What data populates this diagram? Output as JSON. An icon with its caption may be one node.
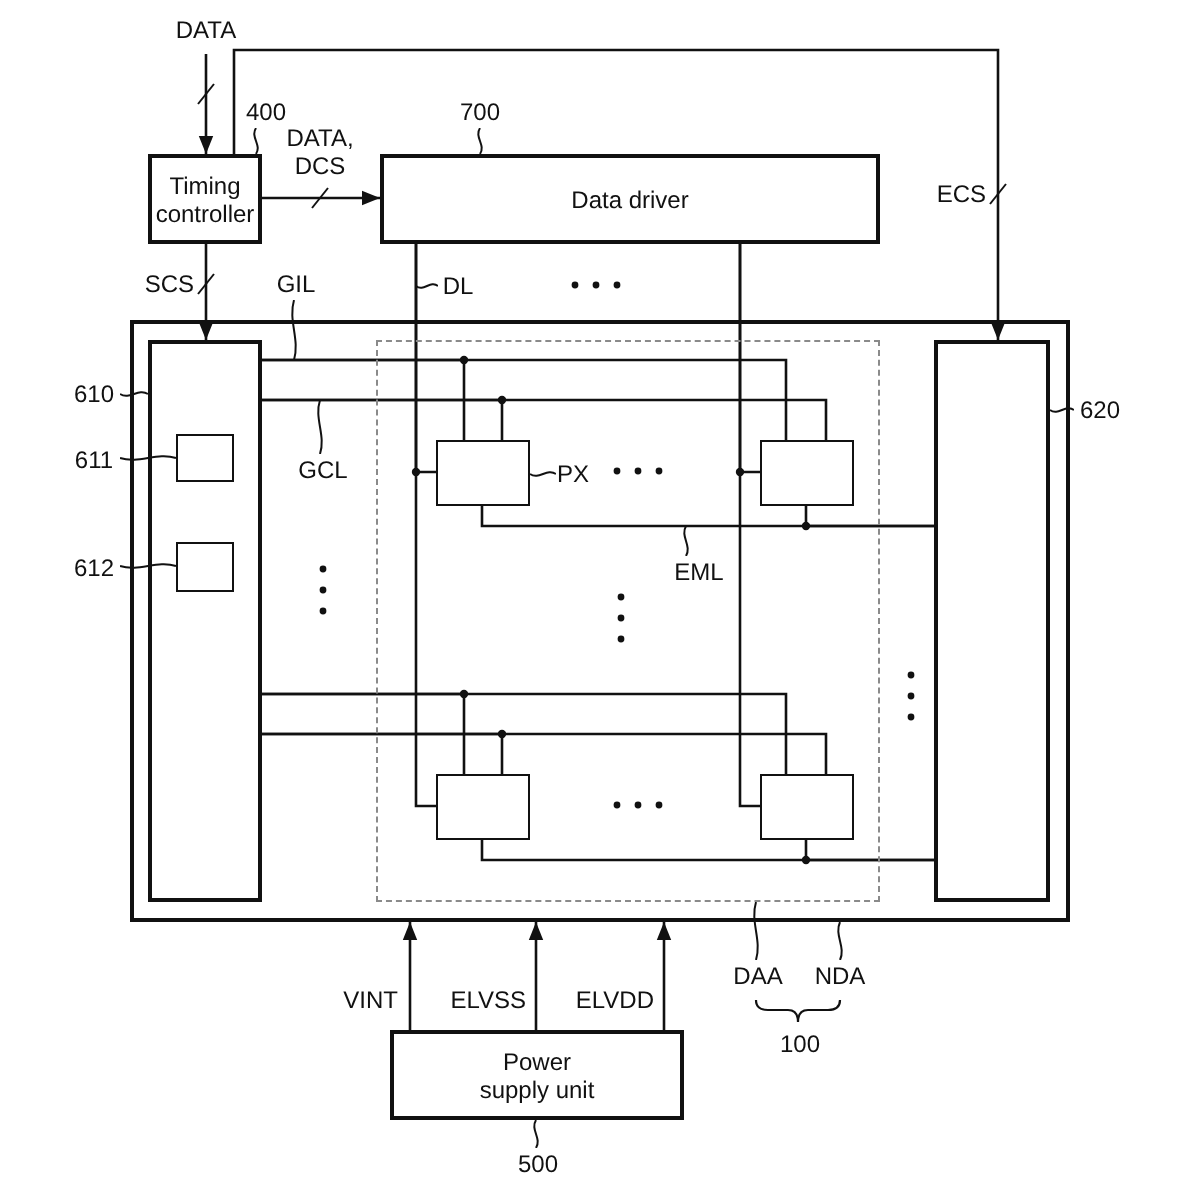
{
  "diagram": {
    "nodes": [
      {
        "text": [
          "400"
        ]
      },
      {
        "text": [
          "Timing controller"
        ]
      },
      {
        "text": [
          "700"
        ]
      },
      {
        "text": [
          "Data driver"
        ]
      },
      {
        "text": [
          "GIL"
        ]
      },
      {
        "text": [
          "DL"
        ]
      },
      {
        "text": [],
        "shape": "box"
      },
      {
        "text": [
          "610"
        ]
      },
      {
        "text": [],
        "shape": "box",
        "in": 6
      },
      {
        "text": [
          "611"
        ]
      },
      {
        "text": [],
        "shape": "box",
        "in": 8
      },
      {
        "text": [
          "612"
        ]
      },
      {
        "text": [],
        "shape": "box",
        "in": 8
      },
      {
        "text": [
          "GCL"
        ],
        "in": 6
      },
      {
        "text": [],
        "shape": "box",
        "in": 6
      },
      {
        "text": [],
        "shape": "box",
        "in": 14
      },
      {
        "text": [
          "PX"
        ],
        "in": 14
      },
      {
        "text": [],
        "shape": "box",
        "in": 14
      },
      {
        "text": [
          "EML"
        ],
        "in": 14
      },
      {
        "text": [],
        "shape": "box",
        "in": 14
      },
      {
        "text": [],
        "shape": "box",
        "in": 14
      },
      {
        "text": [],
        "shape": "box",
        "in": 6
      },
      {
        "text": [
          "620"
        ]
      },
      {
        "text": [
          "DAA"
        ]
      },
      {
        "text": [
          "NDA"
        ]
      },
      {
        "text": [
          "Power supply unit"
        ]
      },
      {
        "text": [
          "500"
        ]
      }
    ],
    "edges": [
      {
        "from": null,
        "to": 1,
        "arrow": "to",
        "label": "DATA"
      },
      {
        "from": 0,
        "to": 1,
        "arrow": "none"
      },
      {
        "from": 1,
        "to": 3,
        "arrow": "to",
        "label": "DATA, DCS"
      },
      {
        "from": 2,
        "to": 3,
        "arrow": "none"
      },
      {
        "from": 1,
        "to": 21,
        "arrow": "to",
        "label": "ECS"
      },
      {
        "from": 1,
        "to": 8,
        "arrow": "to",
        "label": "SCS"
      },
      {
        "from": 4,
        "to": null,
        "arrow": "none"
      },
      {
        "from": 5,
        "to": null,
        "arrow": "none"
      },
      {
        "from": 7,
        "to": 8,
        "arrow": "none"
      },
      {
        "from": 9,
        "to": 10,
        "arrow": "none"
      },
      {
        "from": 11,
        "to": 12,
        "arrow": "none"
      },
      {
        "from": 13,
        "to": null,
        "arrow": "none"
      },
      {
        "from": 16,
        "to": 15,
        "arrow": "none"
      },
      {
        "from": 18,
        "to": null,
        "arrow": "none"
      },
      {
        "from": 22,
        "to": 21,
        "arrow": "none"
      },
      {
        "from": 23,
        "to": 14,
        "arrow": "none"
      },
      {
        "from": 24,
        "to": 6,
        "arrow": "none"
      },
      {
        "from": 26,
        "to": 25,
        "arrow": "none"
      },
      {
        "from": 25,
        "to": 6,
        "arrow": "to",
        "label": "VINT"
      },
      {
        "from": 25,
        "to": 6,
        "arrow": "to",
        "label": "ELVSS"
      },
      {
        "from": 25,
        "to": 6,
        "arrow": "to",
        "label": "ELVDD"
      },
      {
        "from": 8,
        "to": 15,
        "arrow": "none"
      },
      {
        "from": 8,
        "to": 17,
        "arrow": "none"
      },
      {
        "from": 8,
        "to": 15,
        "arrow": "none"
      },
      {
        "from": 8,
        "to": 17,
        "arrow": "none"
      },
      {
        "from": 8,
        "to": 19,
        "arrow": "none"
      },
      {
        "from": 8,
        "to": 20,
        "arrow": "none"
      },
      {
        "from": 8,
        "to": 19,
        "arrow": "none"
      },
      {
        "from": 8,
        "to": 20,
        "arrow": "none"
      },
      {
        "from": 3,
        "to": 15,
        "arrow": "none"
      },
      {
        "from": 3,
        "to": 19,
        "arrow": "none"
      },
      {
        "from": 3,
        "to": 17,
        "arrow": "none"
      },
      {
        "from": 3,
        "to": 20,
        "arrow": "none"
      },
      {
        "from": 21,
        "to": 15,
        "arrow": "none"
      },
      {
        "from": 21,
        "to": 17,
        "arrow": "none"
      },
      {
        "from": 21,
        "to": 19,
        "arrow": "none"
      },
      {
        "from": 21,
        "to": 20,
        "arrow": "none"
      }
    ],
    "labels": [
      "100"
    ]
  }
}
